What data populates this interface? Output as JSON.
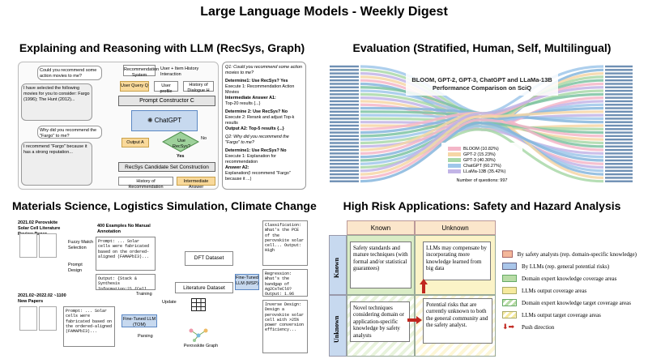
{
  "header": {
    "title": "Large Language Models - Weekly Digest"
  },
  "q1": {
    "title": "Explaining and Reasoning with LLM (RecSys, Graph)",
    "user_query": "Could you recommend some action movies to me?",
    "ai_answer": "I have selected the following movies for you to consider: Fargo (1996); The Hunt (2012)...",
    "user_why": "Why did you recommend the \"Fargo\" to me?",
    "ai_why": "I recommend \"Fargo\" because it has a strong reputation...",
    "rec_system": "Recommendation System",
    "user_history": "User + Item History Interaction",
    "user_query_chip": "User Query Q",
    "user_profile": "User profile",
    "history_dialogue": "History of Dialogue H",
    "prompt_constructor": "Prompt Constructor C",
    "chatgpt": "ChatGPT",
    "output": "Output A",
    "use_recsys": "Use RecSys?",
    "yes": "Yes",
    "no": "No",
    "candidate": "RecSys Candidate Set Construction",
    "history_rec": "History of Recommendation",
    "intermediate": "Intermediate Answer",
    "right_q1": "Q1: Could you recommend some action movies to me?",
    "right_det1": "Determine1: Use RecSys? Yes",
    "right_exec1": "Execute 1: Recommendation Action Movies",
    "right_inter": "Intermediate Answer A1:",
    "right_top20": "Top-20 results {...}",
    "right_det2": "Determine 2: Use RecSys? No",
    "right_exec2": "Execute 2: Rerank and adjust Top-k results",
    "right_out": "Output A2: Top-5 results {...}",
    "right_q2": "Q2: Why did you recommend the \"Fargo\" to me?",
    "right_det3": "Determine1: Use RecSys? No",
    "right_exec3": "Execute 1: Explanation for recommendation",
    "right_ans": "Answer A2:",
    "right_expl": "Explanation(I recommend \"Fargo\" because it ...)"
  },
  "q2": {
    "title": "Evaluation (Stratified, Human, Self, Multilingual)",
    "chart_title_1": "BLOOM, GPT-2, GPT-3, ChatGPT and LLaMa-13B",
    "chart_title_2": "Performance Comparison on SciQ",
    "legend": [
      "BLOOM (10.82%)",
      "GPT-2 (15.23%)",
      "GPT-3 (40.30%)",
      "ChatGPT (60.27%)",
      "LLaMa-13B (35.42%)"
    ],
    "legend_colors": [
      "#f4b6c8",
      "#f6d6a6",
      "#a9d8a8",
      "#9fc7ea",
      "#c2b4e6"
    ],
    "num_questions": "Number of questions: 997"
  },
  "q3": {
    "title": "Materials Science, Logistics Simulation, Climate Change",
    "top_review": "2021.02 Perovskite Solar Cell Literature Review Paper",
    "fuzzy": "Fuzzy Match Selection",
    "examples": "400 Examples No Manual Annotation",
    "prompt_design": "Prompt Design",
    "prompt_text": "Prompt: ... Solar cells were fabricated based on the ordered-aligned (FAMAPbI3)...",
    "output_text": "Output: {Stack & Synthesis Information:2} {Cell Information:2}",
    "papers": "2021.02~2022.02 ~1100 New Papers",
    "training": "Training",
    "fine_tuned": "Fine-Tuned LLM (TOM)",
    "update": "Update",
    "parsing": "Parsing",
    "dft": "DFT Dataset",
    "literature": "Literature Dataset",
    "graph": "Perovskite Graph",
    "fine_tuned_msp": "Fine-Tuned LLM (MSP)",
    "cls": "Classification: What's the PCE of the perovskite solar cell... Output: High",
    "reg": "Regression: What's the bandgap of Ag2CsTeCl6? Output: 1.96",
    "inv": "Inverse Design: Design a perovskite solar cell with >25% power conversion efficiency..."
  },
  "q4": {
    "title": "High Risk Applications: Safety and Hazard Analysis",
    "col_known": "Known",
    "col_unknown": "Unknown",
    "row_known": "Known",
    "row_unknown": "Unknown",
    "cell_tl": "Safety standards and mature techniques (with formal and/or statistical guarantees)",
    "cell_tr": "LLMs may compensate by incorporating more knowledge learned from big data",
    "cell_bl": "Novel techniques considering domain or application-specific knowledge by safety analysts",
    "cell_br": "Potential risks that are currently unknown to both the general community and the safety analyst.",
    "legend": [
      "By safety analysts (rep. domain-specific knowledge)",
      "By LLMs (rep. general potential risks)",
      "Domain expert knowledge coverage areas",
      "LLMs output coverage areas",
      "Domain expert knowledge target coverage areas",
      "LLMs output target coverage areas",
      "Push direction"
    ]
  }
}
